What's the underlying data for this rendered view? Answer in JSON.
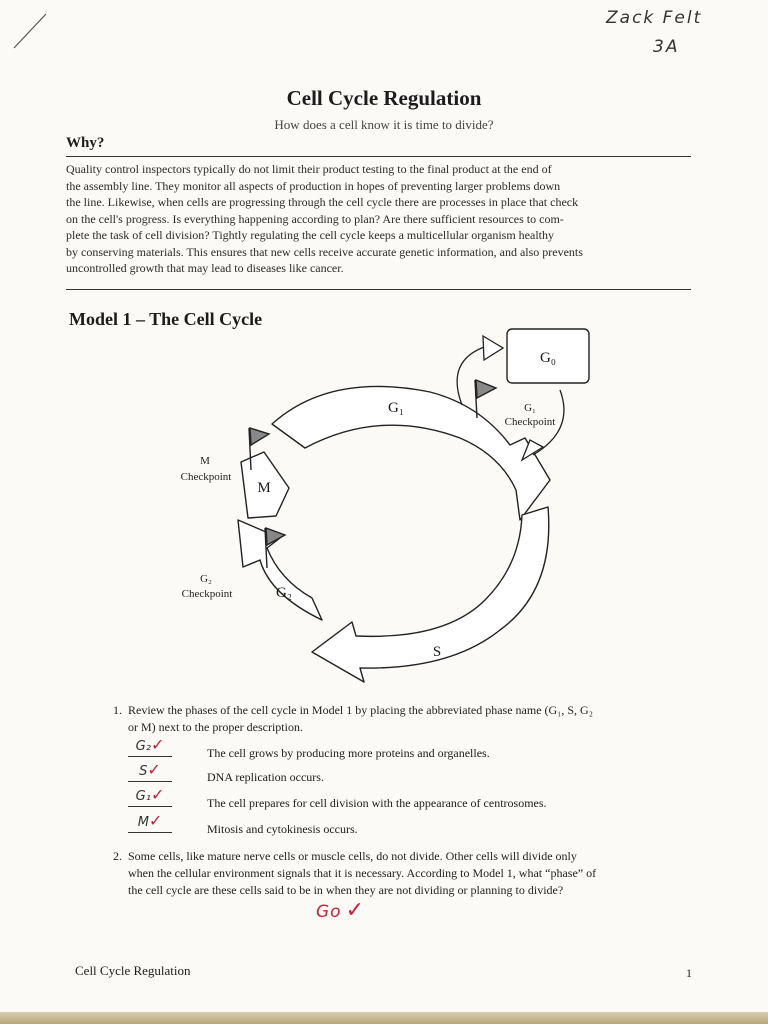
{
  "handwriting": {
    "name": "Zack Felt",
    "period": "3A",
    "q2_answer": "Go"
  },
  "worksheet": {
    "title": "Cell Cycle Regulation",
    "subtitle": "How does a cell know it is time to divide?",
    "why_heading": "Why?",
    "paragraph_lines": [
      "Quality control inspectors typically do not limit their product testing to the final product at the end of",
      "the assembly line. They monitor all aspects of production in hopes of preventing larger problems down",
      "the line. Likewise, when cells are progressing through the cell cycle there are processes in place that check",
      "on the cell's progress. Is everything happening according to plan? Are there sufficient resources to com-",
      "plete the task of cell division? Tightly regulating the cell cycle keeps a multicellular organism healthy",
      "by conserving materials. This ensures that new cells receive accurate genetic information, and also prevents",
      "uncontrolled growth that may lead to diseases like cancer."
    ],
    "model_heading": "Model 1 – The Cell Cycle"
  },
  "diagram": {
    "phase_g0": "G₀",
    "phase_g1": "G₁",
    "phase_s": "S",
    "phase_g2": "G₂",
    "phase_m": "M",
    "g1_checkpoint_line1": "G₁",
    "g1_checkpoint_line2": "Checkpoint",
    "m_checkpoint_line1": "M",
    "m_checkpoint_line2": "Checkpoint",
    "g2_checkpoint_line1": "G₂",
    "g2_checkpoint_line2": "Checkpoint"
  },
  "questions": {
    "q1_lines": [
      "1.  Review the phases of the cell cycle in Model 1 by placing the abbreviated phase name (G₁, S, G₂",
      "     or M) next to the proper description."
    ],
    "matching": [
      {
        "answer": "G₂",
        "mark": "✓",
        "description": "The cell grows by producing more proteins and organelles."
      },
      {
        "answer": "S",
        "mark": "✓",
        "description": "DNA replication occurs."
      },
      {
        "answer": "G₁",
        "mark": "✓",
        "description": "The cell prepares for cell division with the appearance of centrosomes."
      },
      {
        "answer": "M",
        "mark": "✓",
        "description": "Mitosis and cytokinesis occurs."
      }
    ],
    "q2_lines": [
      "2.  Some cells, like mature nerve cells or muscle cells, do not divide. Other cells will divide only",
      "     when the cellular environment signals that it is necessary. According to Model 1, what “phase” of",
      "     the cell cycle are these cells said to be in when they are not dividing or planning to divide?"
    ],
    "q2_mark": "✓"
  },
  "footer": {
    "label": "Cell Cycle Regulation",
    "page": "1"
  }
}
